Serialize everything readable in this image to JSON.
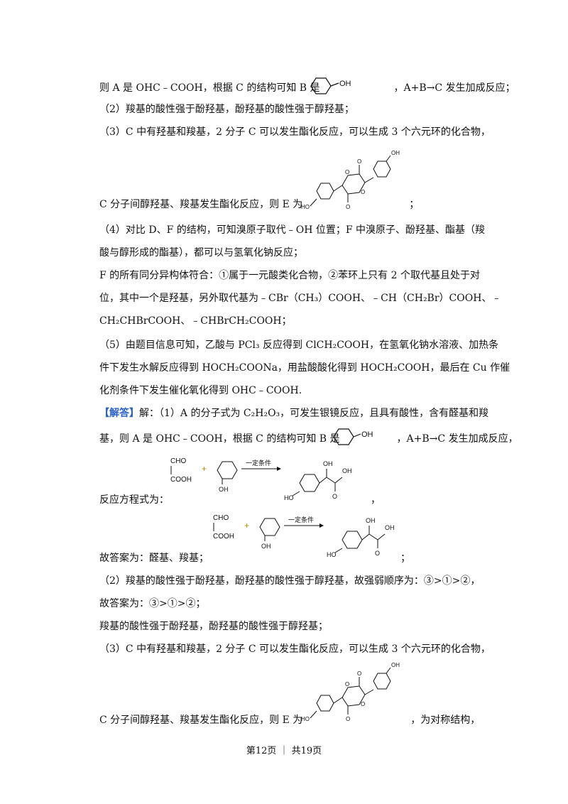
{
  "lines": {
    "l1a": "则 A 是 OHC﹣COOH，根据 C 的结构可知 B 是",
    "l1b": "，A+B→C 发生加成反应；",
    "l2": "（2）羧基的酸性强于酚羟基，酚羟基的酸性强于醇羟基；",
    "l3": "（3）C 中有羟基和羧基，2 分子 C 可以发生酯化反应，可以生成 3 个六元环的化合物，",
    "l4a": "C 分子间醇羟基、羧基发生酯化反应，则 E 为",
    "l4b": "；",
    "l5": "（4）对比 D、F 的结构，可知溴原子取代﹣OH 位置；F 中溴原子、酚羟基、酯基（羧",
    "l6": "酸与醇形成的酯基），都可以与氢氧化钠反应；",
    "l7": "F 的所有同分异构体符合：①属于一元酸类化合物，②苯环上只有 2 个取代基且处于对",
    "l8": "位，其中一个是羟基，另外取代基为﹣CBr（CH₃）COOH、﹣CH（CH₂Br）COOH、﹣",
    "l9": "CH₂CHBrCOOH、﹣CHBrCH₂COOH；",
    "l10": "（5）由题目信息可知，乙酸与 PCl₃ 反应得到 ClCH₂COOH，在氢氧化钠水溶液、加热条",
    "l11": "件下发生水解反应得到 HOCH₂COONa，用盐酸酸化得到 HOCH₂COOH，最后在 Cu 作催",
    "l12": "化剂条件下发生催化氧化得到 OHC﹣COOH.",
    "l13tag": "【解答】",
    "l13": "解：（1）A 的分子式为 C₂H₂O₃，可发生银镜反应，且具有酸性，含有醛基和羧",
    "l14a": "基，则 A 是 OHC﹣COOH，根据 C 的结构可知 B 是",
    "l14b": "，A+B→C 发生加成反应，",
    "l15a": "反应方程式为：",
    "l15b": "，",
    "l16a": "故答案为：醛基、羧基；",
    "l16b": "；",
    "l17": "（2）羧基的酸性强于酚羟基，酚羟基的酸性强于醇羟基，故强弱顺序为：③>①>②，",
    "l18": "故答案为：③>①>②；",
    "l19": "羧基的酸性强于酚羟基，酚羟基的酸性强于醇羟基；",
    "l20": "（3）C 中有羟基和羧基，2 分子 C 可以发生酯化反应，可以生成 3 个六元环的化合物，",
    "l21a": "C 分子间醇羟基、羧基发生酯化反应，则 E 为",
    "l21b": "，为对称结构，"
  },
  "chem": {
    "oh": "OH",
    "ho": "HO",
    "o": "O",
    "cho": "CHO",
    "cooh": "COOH",
    "plus": "+",
    "condition": "一定条件"
  },
  "footer": "第12页 ｜ 共19页"
}
